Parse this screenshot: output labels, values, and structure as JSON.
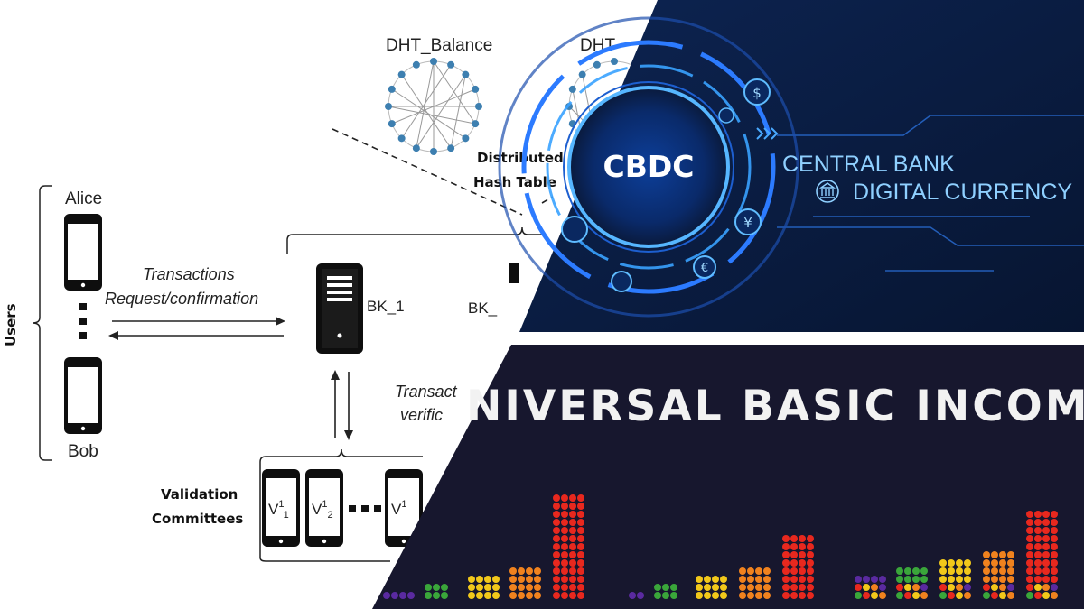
{
  "diagram": {
    "dht_balance": "DHT_Balance",
    "dht_other": "DHT",
    "dist_hash_1": "Distributed",
    "dist_hash_2": "Hash Table",
    "alice": "Alice",
    "bob": "Bob",
    "users": "Users",
    "tx_req_1": "Transactions",
    "tx_req_2": "Request/confirmation",
    "bk1": "BK_1",
    "bk_cut": "BK_",
    "tx_ver_1": "Transact",
    "tx_ver_2": "verific",
    "val_1": "Validation",
    "val_2": "Committees",
    "v1": "V",
    "v1_sup": "1",
    "v1_sub": "1",
    "v2": "V",
    "v2_sup": "1",
    "v2_sub": "2",
    "v3": "V",
    "v3_sup": "1"
  },
  "cbdc": {
    "badge": "CBDC",
    "line1": "CENTRAL BANK",
    "line2": "DIGITAL CURRENCY",
    "colors": {
      "bg": "#0a1a3c",
      "glow": "#2f8bff",
      "text": "#8fd0ff"
    }
  },
  "ubi": {
    "title": "NIVERSAL BASIC INCOME",
    "colors": {
      "bg": "#17172e",
      "purple": "#5a2aa0",
      "green": "#3aa63a",
      "yellow": "#f2c81a",
      "orange": "#f0821e",
      "red": "#e8281e"
    }
  }
}
